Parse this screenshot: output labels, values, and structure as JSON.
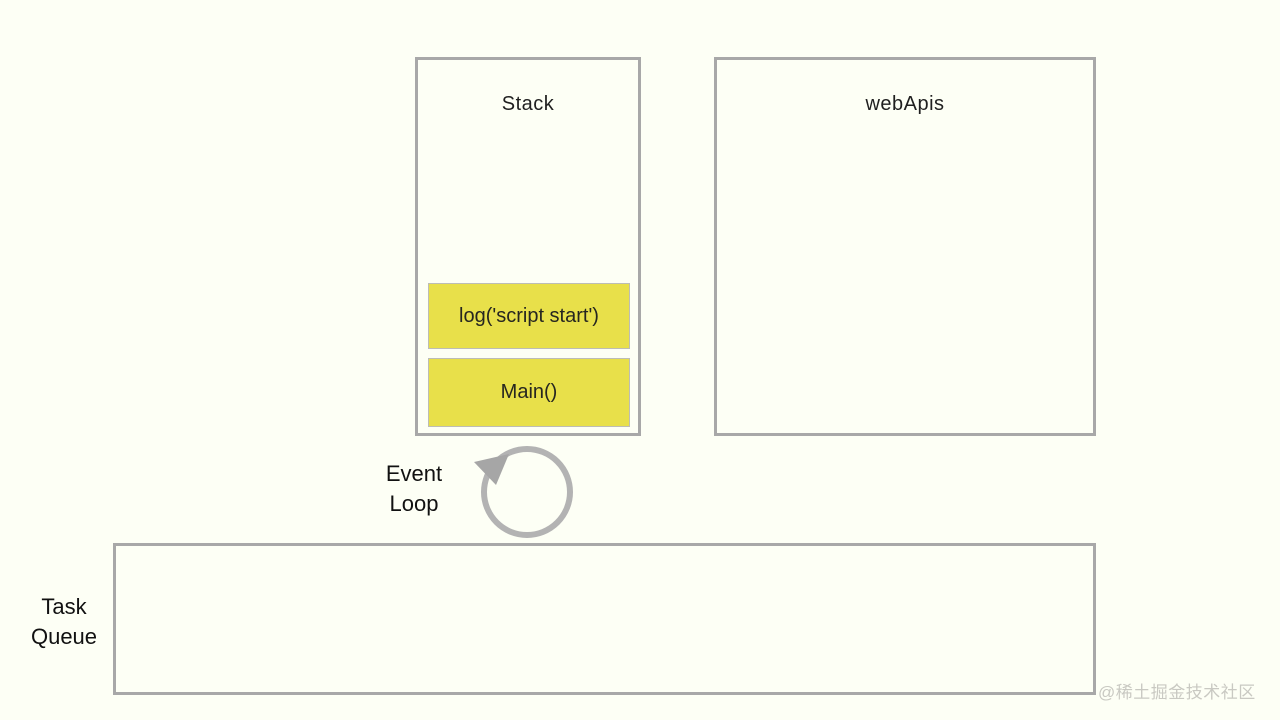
{
  "colors": {
    "background": "#fdfff5",
    "border_gray": "#a8a8a8",
    "frame_yellow": "#e8e04a",
    "loop_circle_gray": "#b3b3b3",
    "loop_arrow_gray": "#a6a6a6",
    "watermark_gray": "#c9c9c2"
  },
  "stack": {
    "title": "Stack",
    "frames": [
      {
        "label": "log('script start')"
      },
      {
        "label": "Main()"
      }
    ]
  },
  "webapis": {
    "title": "webApis"
  },
  "event_loop": {
    "label_line1": "Event",
    "label_line2": "Loop"
  },
  "task_queue": {
    "label_line1": "Task",
    "label_line2": "Queue"
  },
  "watermark": {
    "text": "@稀土掘金技术社区"
  }
}
